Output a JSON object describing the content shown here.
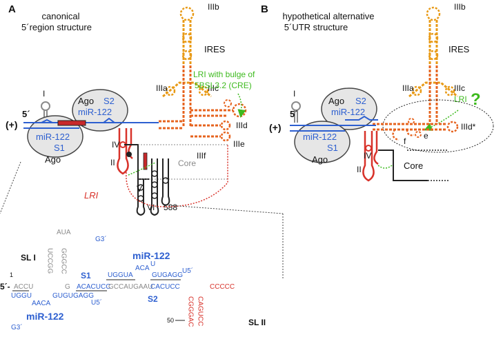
{
  "panel_a": {
    "letter": "A",
    "title_line1": "canonical",
    "title_line2": "5´region structure",
    "sl_i": "I",
    "ires": "IRES",
    "iiib": "IIIb",
    "iiia": "IIIa",
    "iiic": "IIIc",
    "iiid": "IIId",
    "iiie": "IIIe",
    "iiif": "IIIf",
    "ago_top": "Ago",
    "s2": "S2",
    "mir_top": "miR-122",
    "mir_bottom": "miR-122",
    "s1": "S1",
    "ago_bottom": "Ago",
    "plus": "(+)",
    "five_prime": "5´",
    "iv": "IV",
    "ii": "II",
    "v": "V",
    "vi": "VI",
    "n588": "588",
    "core": "Core",
    "lri": "LRI",
    "lri_note_line1": "LRI with bulge of",
    "lri_note_line2": "5BSL3.2 (CRE)"
  },
  "panel_b": {
    "letter": "B",
    "title_line1": "hypothetical alternative",
    "title_line2": "5´UTR structure",
    "sl_i": "I",
    "ires": "IRES",
    "iiib": "IIIb",
    "iiia": "IIIa",
    "iiic": "IIIc",
    "iiid": "IIId*",
    "e": "e",
    "f": "f",
    "ago_top": "Ago",
    "s2": "S2",
    "mir_top": "miR-122",
    "mir_bottom": "miR-122",
    "s1": "S1",
    "ago_bottom": "Ago",
    "plus": "(+)",
    "five_prime": "5´",
    "iv": "IV",
    "ii": "II",
    "core": "Core",
    "lri": "LRI",
    "question": "?"
  },
  "sequence": {
    "sl_i": "SL I",
    "sl_ii": "SL II",
    "five_prime": "5´-",
    "pos1": "1",
    "pos50": "50",
    "s1": "S1",
    "s2": "S2",
    "mir_top": "miR-122",
    "mir_bottom": "miR-122",
    "main_line_1": "ACCU",
    "main_line_2": "G",
    "main_line_3": "ACACUCC",
    "main_line_4": "GCCAUGAAU",
    "main_line_5": "CACUCC",
    "mir_a_upper": "UGGUA",
    "mir_a_gap": "ACA",
    "mir_a_u": "U",
    "mir_a_rest": "GUGAGG",
    "mir_a_5": "U5´",
    "mir_a_loop": "G3´",
    "mir_b_lower": "UGGU",
    "mir_b_gap": "AACA",
    "mir_b_rest": "GUGUGAGG",
    "mir_b_5": "U5´",
    "mir_b_tail": "G3´",
    "sl1_left": "UCCGG",
    "sl1_right": "GGGCC",
    "sl1_loop": "AUA",
    "sl2_top": "CCCCC",
    "sl2_left": "CGGGAC",
    "sl2_right": "CAGUCC"
  }
}
